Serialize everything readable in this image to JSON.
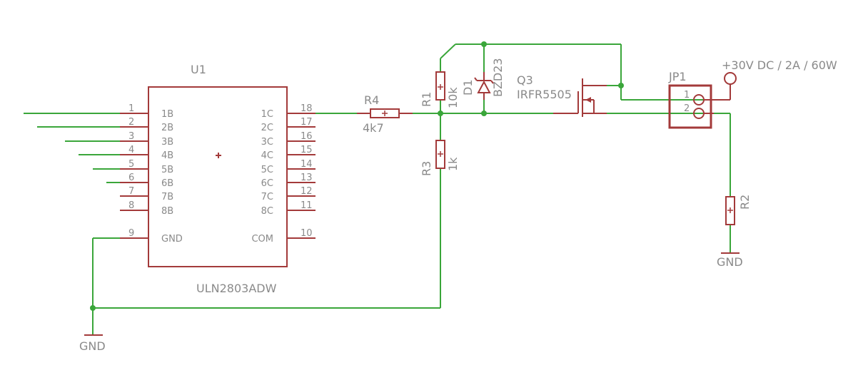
{
  "u1": {
    "ref": "U1",
    "value": "ULN2803ADW",
    "left_pins": [
      {
        "num": "1",
        "name": "1B"
      },
      {
        "num": "2",
        "name": "2B"
      },
      {
        "num": "3",
        "name": "3B"
      },
      {
        "num": "4",
        "name": "4B"
      },
      {
        "num": "5",
        "name": "5B"
      },
      {
        "num": "6",
        "name": "6B"
      },
      {
        "num": "7",
        "name": "7B"
      },
      {
        "num": "8",
        "name": "8B"
      },
      {
        "num": "9",
        "name": "GND"
      }
    ],
    "right_pins": [
      {
        "num": "18",
        "name": "1C"
      },
      {
        "num": "17",
        "name": "2C"
      },
      {
        "num": "16",
        "name": "3C"
      },
      {
        "num": "15",
        "name": "4C"
      },
      {
        "num": "14",
        "name": "5C"
      },
      {
        "num": "13",
        "name": "6C"
      },
      {
        "num": "12",
        "name": "7C"
      },
      {
        "num": "11",
        "name": "8C"
      },
      {
        "num": "10",
        "name": "COM"
      }
    ]
  },
  "r4": {
    "ref": "R4",
    "value": "4k7"
  },
  "r1": {
    "ref": "R1",
    "value": "10k"
  },
  "r3": {
    "ref": "R3",
    "value": "1k"
  },
  "r2": {
    "ref": "R2"
  },
  "d1": {
    "ref": "D1",
    "value": "BZD23"
  },
  "q3": {
    "ref": "Q3",
    "value": "IRFR5505"
  },
  "jp1": {
    "ref": "JP1",
    "pin1": "1",
    "pin2": "2"
  },
  "supply": {
    "label": "+30V DC / 2A / 60W"
  },
  "gnd_left": {
    "label": "GND"
  },
  "gnd_right": {
    "label": "GND"
  },
  "colors": {
    "wire": "#3aa63a",
    "part": "#a33a3a",
    "text": "#8a8a8a"
  }
}
